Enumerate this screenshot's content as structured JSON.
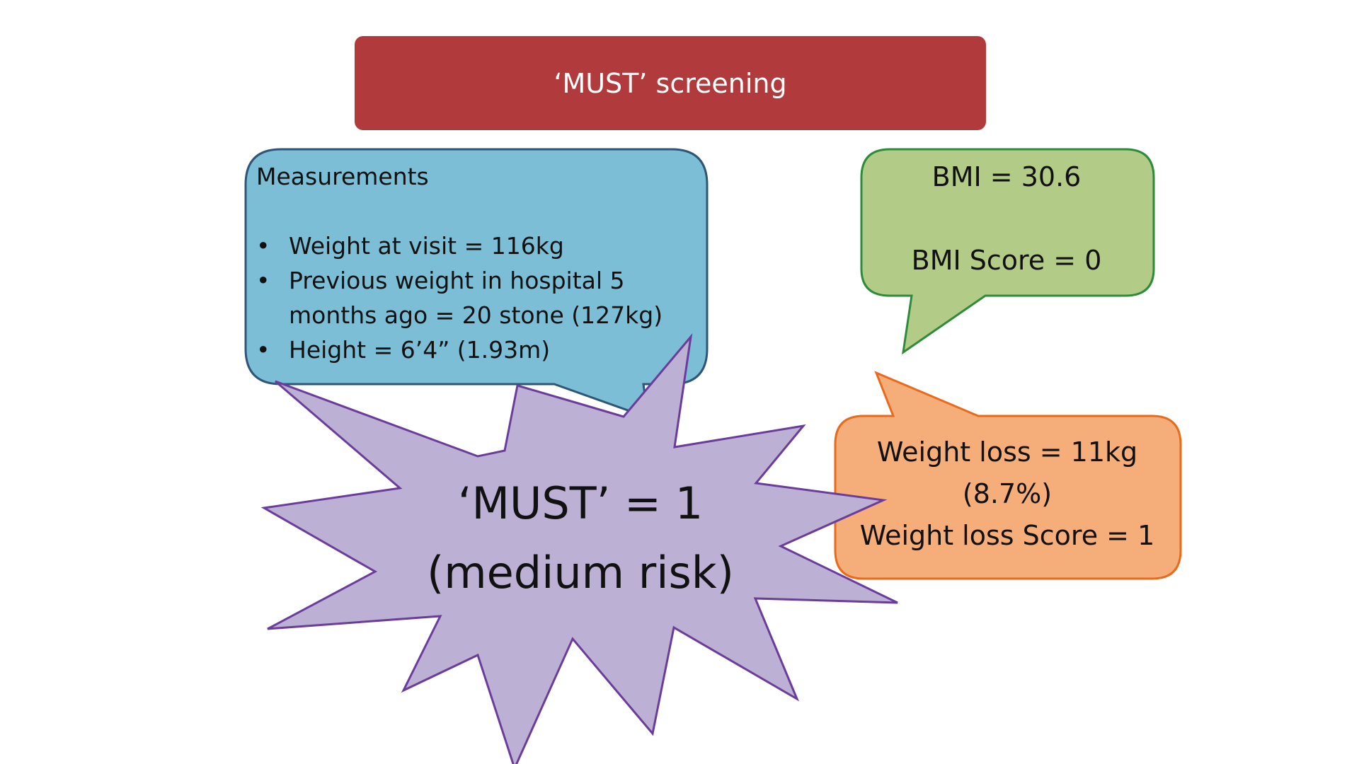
{
  "slide": {
    "title": "‘MUST’ screening",
    "colors": {
      "title_fill": "#b03a3c",
      "measurements_fill": "#7bbed6",
      "measurements_stroke": "#2f5577",
      "bmi_fill": "#b2cc88",
      "bmi_stroke": "#2e8b3a",
      "weight_fill": "#f5ad7a",
      "weight_stroke": "#e86b1c",
      "result_fill": "#bcb0d4",
      "result_stroke": "#6a3d9a"
    }
  },
  "measurements": {
    "heading": "Measurements",
    "items": [
      "Weight at visit = 116kg",
      "Previous weight in hospital 5 months ago = 20 stone (127kg)",
      "Height = 6’4” (1.93m)"
    ]
  },
  "bmi": {
    "value_text": "BMI = 30.6",
    "score_text": "BMI Score = 0"
  },
  "weight_loss": {
    "line1": "Weight loss = 11kg",
    "line2": "(8.7%)",
    "line3": "Weight loss Score = 1"
  },
  "result": {
    "line1": "‘MUST’ = 1",
    "line2": "(medium risk)"
  }
}
